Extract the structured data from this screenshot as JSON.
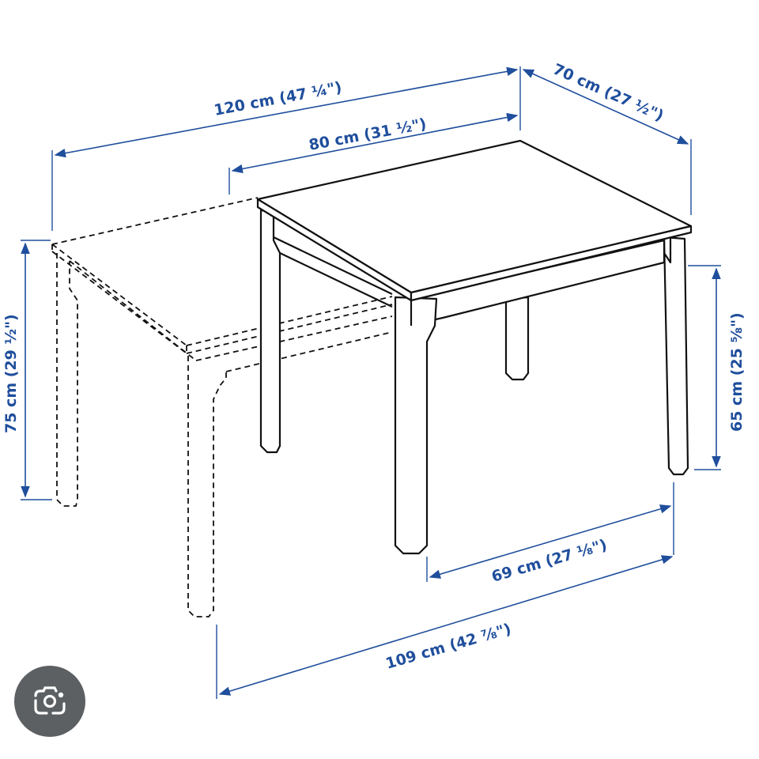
{
  "dimensions": {
    "width_extended": "120 cm (47 ¼\")",
    "width_compact": "80 cm (31 ½\")",
    "depth": "70 cm (27 ½\")",
    "height": "75 cm (29 ½\")",
    "leg_clearance_height": "65 cm (25 ⅝\")",
    "inner_depth": "69 cm (27 ⅛\")",
    "inner_width": "109 cm (42 ⅞\")"
  },
  "overlay": {
    "lens_icon": "camera-lens-icon",
    "lens_color": "#5d6063"
  },
  "colors": {
    "dimension": "#1f4e9c",
    "line": "#111111"
  }
}
